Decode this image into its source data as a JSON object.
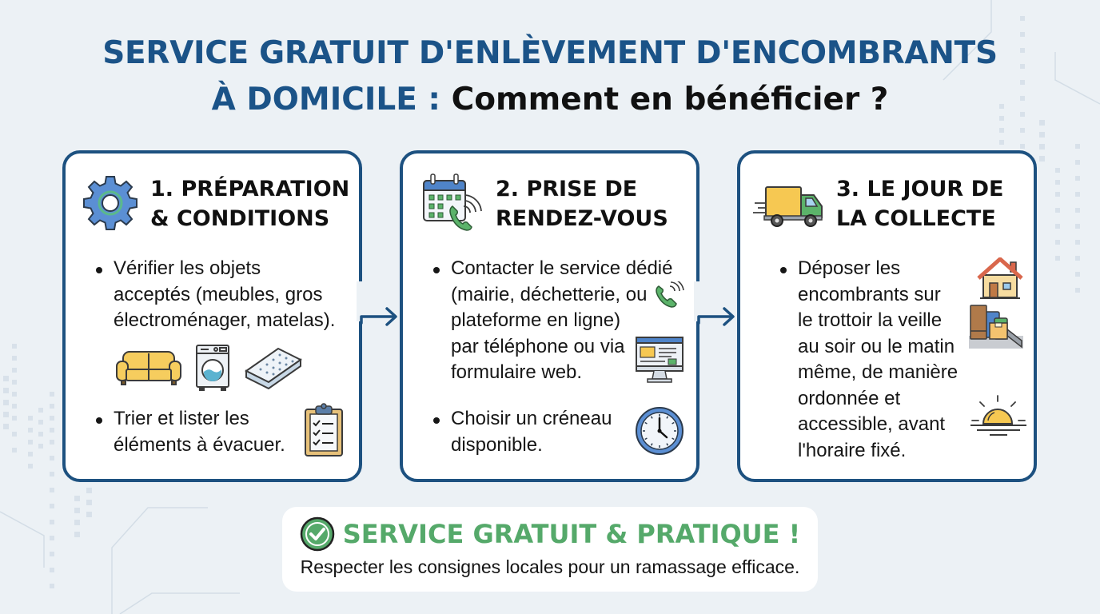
{
  "title": {
    "line1": "SERVICE GRATUIT D'ENLÈVEMENT D'ENCOMBRANTS",
    "line2_blue": "À DOMICILE :",
    "line2_black": "Comment en bénéficier ?"
  },
  "colors": {
    "title_blue": "#1b5388",
    "card_border": "#1d5180",
    "accent_green": "#55a96a",
    "background": "#ecf1f5"
  },
  "steps": [
    {
      "icon": "gear-icon",
      "title_line1": "1. PRÉPARATION",
      "title_line2": "& CONDITIONS",
      "bullets": [
        {
          "lines": [
            "Vérifier les objets",
            "acceptés (meubles, gros",
            "électroménager, matelas)."
          ],
          "icons": [
            "sofa-icon",
            "washing-machine-icon",
            "mattress-icon"
          ]
        },
        {
          "lines": [
            "Trier et lister les",
            "éléments à évacuer."
          ],
          "icons": [
            "clipboard-checklist-icon"
          ]
        }
      ]
    },
    {
      "icon": "calendar-phone-icon",
      "title_line1": "2. PRISE DE",
      "title_line2": "RENDEZ-VOUS",
      "bullets": [
        {
          "lines": [
            "Contacter le service dédié",
            "(mairie, déchetterie, ou",
            "plateforme en ligne)",
            "par téléphone ou via",
            "formulaire web."
          ],
          "icons": [
            "phone-icon",
            "computer-monitor-icon"
          ]
        },
        {
          "lines": [
            "Choisir un créneau",
            "disponible."
          ],
          "icons": [
            "clock-icon"
          ]
        }
      ]
    },
    {
      "icon": "delivery-truck-icon",
      "title_line1": "3. LE JOUR DE",
      "title_line2": "LA COLLECTE",
      "bullets": [
        {
          "lines": [
            "Déposer les",
            "encombrants sur",
            "le trottoir la veille",
            "au soir ou le matin",
            "même, de manière",
            "ordonnée et",
            "accessible, avant",
            "l'horaire fixé."
          ],
          "icons": [
            "house-icon",
            "furniture-on-sidewalk-icon",
            "sunrise-icon"
          ]
        }
      ]
    }
  ],
  "footer": {
    "icon": "check-circle-icon",
    "headline": "SERVICE GRATUIT & PRATIQUE !",
    "subtext": "Respecter les consignes locales pour un ramassage efficace."
  }
}
